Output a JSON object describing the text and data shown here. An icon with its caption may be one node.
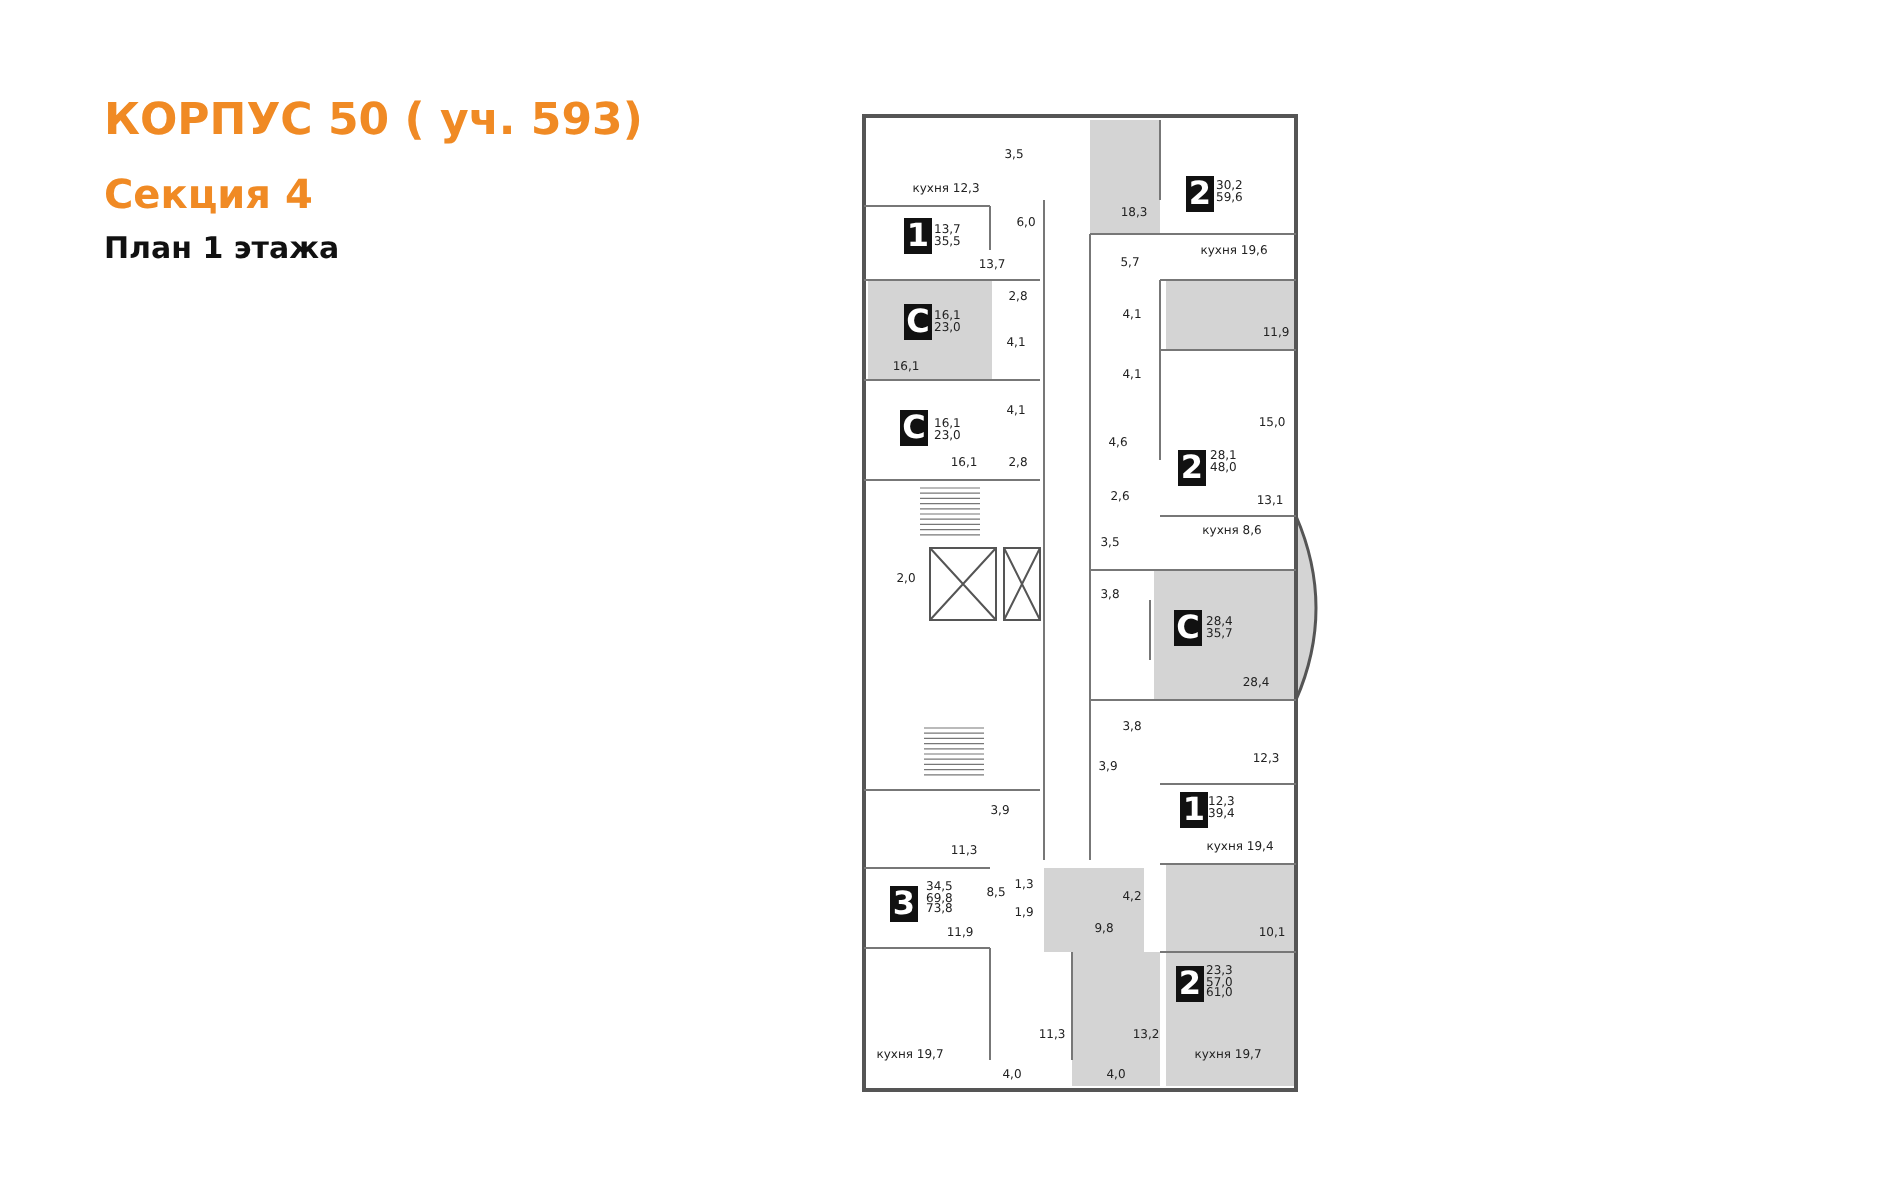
{
  "diagram": {
    "title": "КОРПУС 50 ( уч. 593)",
    "labels": [
      "Секция 4",
      "План 1 этажа",
      "3,5",
      "кухня 12,3",
      "6,0",
      "1",
      "13,7 35,5",
      "13,7",
      "2,8",
      "С",
      "16,1 23,0",
      "4,1",
      "16,1",
      "4,1",
      "С",
      "16,1 23,0",
      "16,1",
      "2,8",
      "2,0",
      "3,9",
      "11,3",
      "8,5",
      "1,3",
      "1,9",
      "3",
      "34,5 69,8 73,8",
      "11,9",
      "кухня 19,7",
      "11,3",
      "4,0",
      "4,0",
      "18,3",
      "2",
      "30,2 59,6",
      "кухня 19,6",
      "5,7",
      "4,1",
      "11,9",
      "4,1",
      "15,0",
      "4,6",
      "2",
      "28,1 48,0",
      "2,6",
      "13,1",
      "кухня 8,6",
      "3,5",
      "3,8",
      "С",
      "28,4 35,7",
      "28,4",
      "3,8",
      "3,9",
      "12,3",
      "1",
      "12,3 39,4",
      "кухня 19,4",
      "4,2",
      "9,8",
      "10,1",
      "2",
      "23,3 57,0 61,0",
      "13,2",
      "кухня 19,7"
    ]
  }
}
